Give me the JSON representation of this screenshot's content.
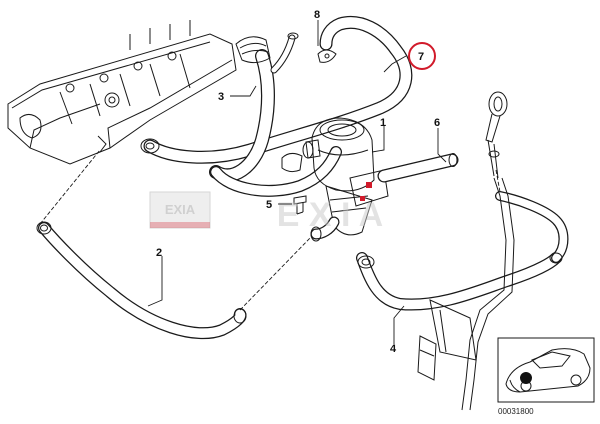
{
  "callouts": {
    "c1": "1",
    "c2": "2",
    "c3": "3",
    "c4": "4",
    "c5": "5",
    "c6": "6",
    "c7": "7",
    "c8": "8"
  },
  "highlight_color": "#d11a2a",
  "watermark": {
    "text_left": "EXIA",
    "text_right": "E X I A"
  },
  "diagram_number": "00031800",
  "icons": {
    "inset": "car-location-icon",
    "engine": "valve-cover-icon"
  }
}
